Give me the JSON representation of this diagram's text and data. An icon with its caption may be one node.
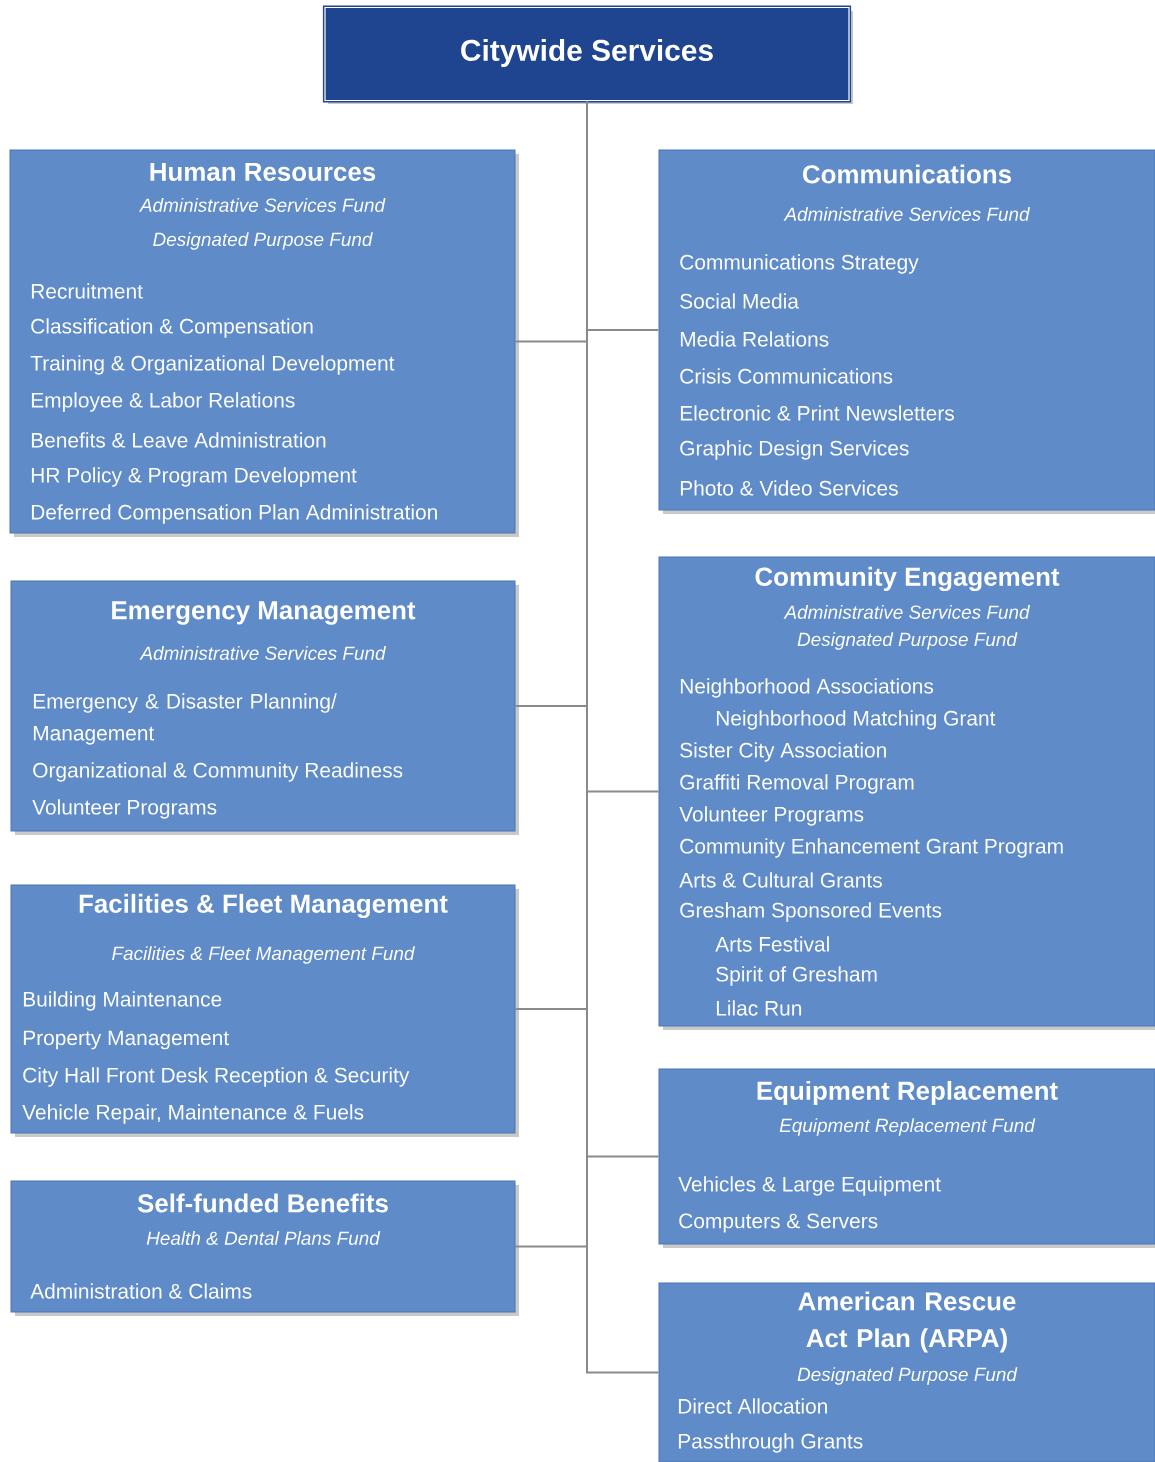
{
  "diagram": {
    "nodes": [
      {
        "text": [
          "Citywide Services"
        ]
      },
      {
        "text": [
          "Human Resources",
          "Administrative Services Fund",
          "Designated Purpose Fund",
          "Recruitment",
          "Classification & Compensation",
          "Training & Organizational Development",
          "Employee & Labor Relations",
          "Benefits & Leave Administration",
          "HR Policy & Program Development",
          "Deferred Compensation Plan Administration"
        ]
      },
      {
        "text": [
          "Emergency Management",
          "Administrative Services Fund",
          "Emergency & Disaster Planning/ Management",
          "Organizational & Community Readiness",
          "Volunteer Programs"
        ]
      },
      {
        "text": [
          "Facilities & Fleet Management",
          "Facilities & Fleet Management Fund",
          "Building Maintenance",
          "Property Management",
          "City Hall Front Desk Reception & Security",
          "Vehicle Repair, Maintenance & Fuels"
        ]
      },
      {
        "text": [
          "Self-funded Benefits",
          "Health & Dental Plans Fund",
          "Administration & Claims"
        ]
      },
      {
        "text": [
          "Communications",
          "Administrative Services Fund",
          "Communications Strategy",
          "Social Media",
          "Media Relations",
          "Crisis Communications",
          "Electronic & Print Newsletters",
          "Graphic Design Services",
          "Photo & Video Services"
        ]
      },
      {
        "text": [
          "Community Engagement",
          "Administrative Services Fund",
          "Designated Purpose Fund",
          "Neighborhood Associations",
          "Neighborhood Matching Grant",
          "Sister City Association",
          "Graffiti Removal Program",
          "Volunteer Programs",
          "Community Enhancement Grant Program",
          "Arts & Cultural Grants",
          "Gresham Sponsored Events",
          "Arts Festival",
          "Spirit of Gresham",
          "Lilac Run"
        ]
      },
      {
        "text": [
          "Equipment Replacement",
          "Equipment Replacement Fund",
          "Vehicles & Large Equipment",
          "Computers & Servers"
        ]
      },
      {
        "text": [
          "American Rescue Act Plan (ARPA)",
          "Designated Purpose Fund",
          "Direct Allocation",
          "Passthrough Grants"
        ]
      }
    ],
    "edges": [
      {
        "from": 0,
        "to": 1,
        "arrow": "none"
      },
      {
        "from": 0,
        "to": 2,
        "arrow": "none"
      },
      {
        "from": 0,
        "to": 3,
        "arrow": "none"
      },
      {
        "from": 0,
        "to": 4,
        "arrow": "none"
      },
      {
        "from": 0,
        "to": 5,
        "arrow": "none"
      },
      {
        "from": 0,
        "to": 6,
        "arrow": "none"
      },
      {
        "from": 0,
        "to": 7,
        "arrow": "none"
      },
      {
        "from": 0,
        "to": 8,
        "arrow": "none"
      }
    ]
  }
}
